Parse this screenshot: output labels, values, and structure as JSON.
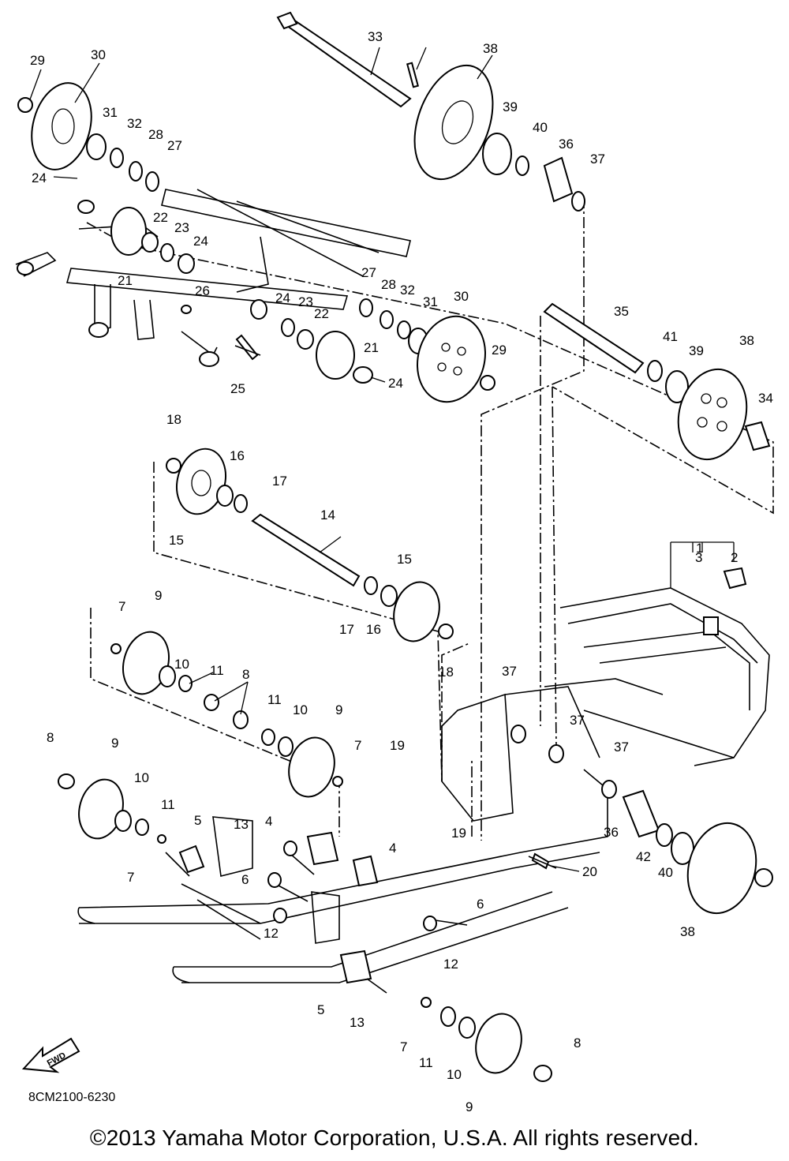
{
  "drawing_code": "8CM2100-6230",
  "copyright": "©2013 Yamaha Motor Corporation, U.S.A. All rights reserved.",
  "fwd_label": "FWD",
  "callouts": [
    "1",
    "2",
    "3",
    "4",
    "4",
    "5",
    "5",
    "6",
    "6",
    "7",
    "7",
    "7",
    "7",
    "8",
    "8",
    "8",
    "9",
    "9",
    "9",
    "9",
    "10",
    "10",
    "10",
    "10",
    "11",
    "11",
    "11",
    "11",
    "12",
    "12",
    "13",
    "13",
    "14",
    "15",
    "15",
    "16",
    "16",
    "17",
    "17",
    "18",
    "18",
    "19",
    "19",
    "20",
    "21",
    "21",
    "22",
    "22",
    "23",
    "23",
    "24",
    "24",
    "24",
    "24",
    "25",
    "26",
    "27",
    "27",
    "28",
    "28",
    "29",
    "29",
    "30",
    "30",
    "31",
    "31",
    "32",
    "32",
    "33",
    "34",
    "35",
    "36",
    "36",
    "37",
    "37",
    "37",
    "37",
    "38",
    "38",
    "38",
    "39",
    "39",
    "40",
    "40",
    "41",
    "42"
  ]
}
